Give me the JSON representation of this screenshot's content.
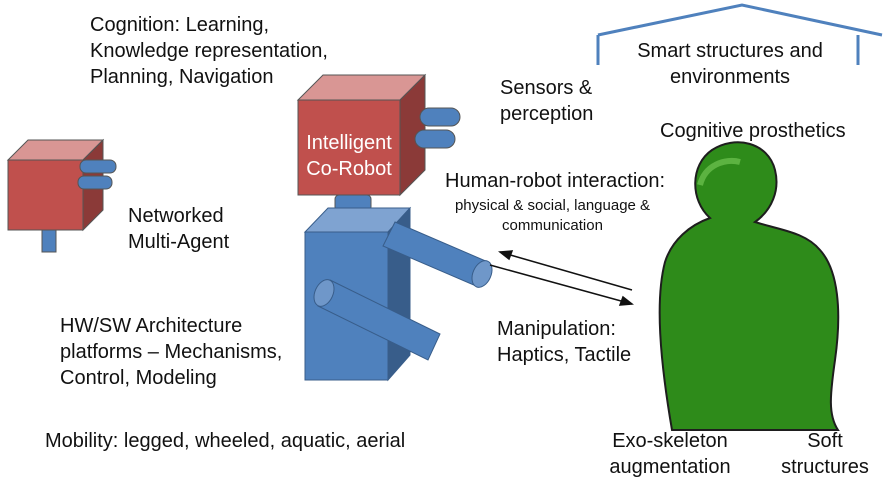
{
  "labels": {
    "cognition": [
      "Cognition: Learning,",
      "Knowledge representation,",
      "Planning, Navigation"
    ],
    "sensors": [
      "Sensors &",
      "perception"
    ],
    "smart_structures": [
      "Smart structures  and",
      "environments"
    ],
    "cognitive_prosthetics": "Cognitive prosthetics",
    "robot_name": [
      "Intelligent",
      "Co-Robot"
    ],
    "hri_title": "Human-robot interaction:",
    "hri_detail": [
      "physical & social, language &",
      "communication"
    ],
    "networked": [
      "Networked",
      "Multi-Agent"
    ],
    "architecture": [
      "HW/SW Architecture",
      "platforms – Mechanisms,",
      "Control, Modeling"
    ],
    "manipulation": [
      "Manipulation:",
      "Haptics, Tactile"
    ],
    "mobility": "Mobility: legged, wheeled, aquatic, aerial",
    "exoskeleton": [
      "Exo-skeleton",
      "augmentation"
    ],
    "soft": [
      "Soft",
      "structures"
    ]
  },
  "colors": {
    "robot_head_red": "#c0504d",
    "robot_head_top": "#d99694",
    "robot_blue": "#4f81bd",
    "robot_blue_dark": "#385d8a",
    "human_green": "#2e8b1a",
    "human_outline": "#1e1e1e",
    "roof_blue": "#4f81bd"
  }
}
